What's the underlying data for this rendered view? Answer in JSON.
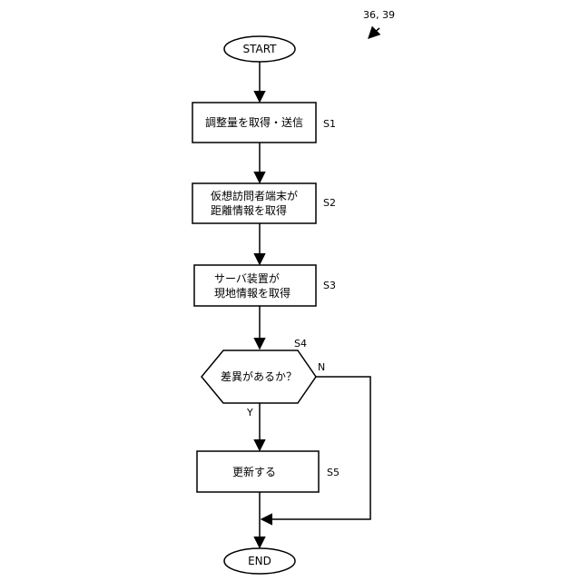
{
  "figure_ref": "36, 39",
  "nodes": {
    "start": {
      "text": "START"
    },
    "s1": {
      "step": "S1",
      "lines": [
        "調整量を取得・送信"
      ]
    },
    "s2": {
      "step": "S2",
      "lines": [
        "仮想訪問者端末が",
        "距離情報を取得"
      ]
    },
    "s3": {
      "step": "S3",
      "lines": [
        "サーバ装置が",
        "現地情報を取得"
      ]
    },
    "s4": {
      "step": "S4",
      "lines": [
        "差異があるか？"
      ],
      "yes_label": "Y",
      "no_label": "N"
    },
    "s5": {
      "step": "S5",
      "lines": [
        "更新する"
      ]
    },
    "end": {
      "text": "END"
    }
  }
}
